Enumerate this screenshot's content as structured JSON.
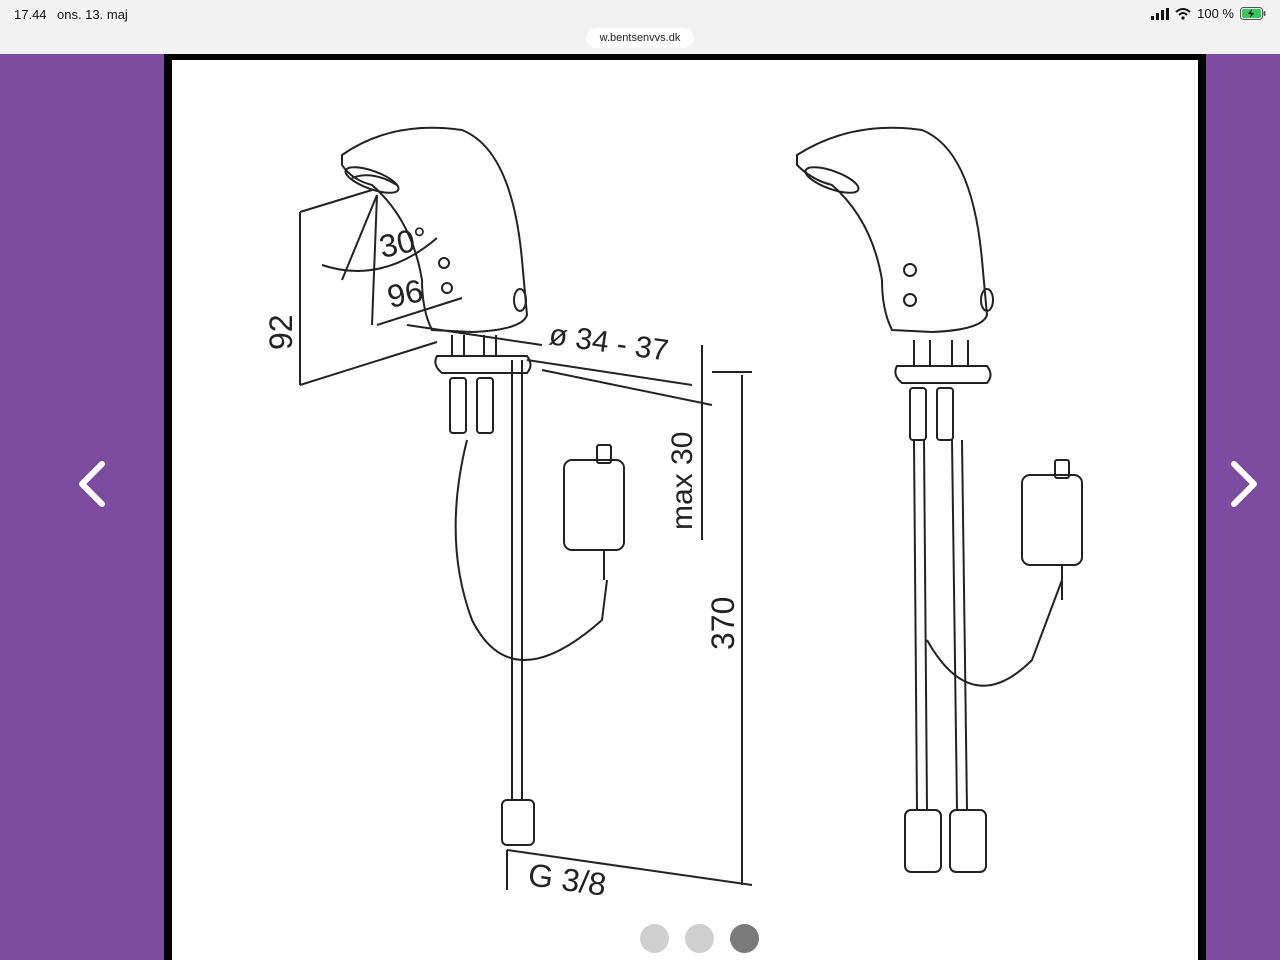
{
  "status_bar": {
    "time": "17.44",
    "date": "ons. 13. maj",
    "battery": "100 %"
  },
  "browser": {
    "url": "w.bentsenvvs.dk"
  },
  "colors": {
    "gallery_background": "#7b4ca0",
    "dot_inactive": "#cfcfcf",
    "dot_active": "#7a7a7a"
  },
  "icons": {
    "prev": "chevron-left-icon",
    "next": "chevron-right-icon",
    "signal": "cellular-signal-icon",
    "wifi": "wifi-icon",
    "battery": "battery-charging-icon"
  },
  "drawing": {
    "dimensions": {
      "height_92": "92",
      "angle_30": "30°",
      "reach_96": "96",
      "diameter": "ø 34 - 37",
      "max_thickness": "max 30",
      "hose_length": "370",
      "thread": "G 3/8"
    }
  },
  "pagination": {
    "total": 3,
    "active_index": 2
  }
}
